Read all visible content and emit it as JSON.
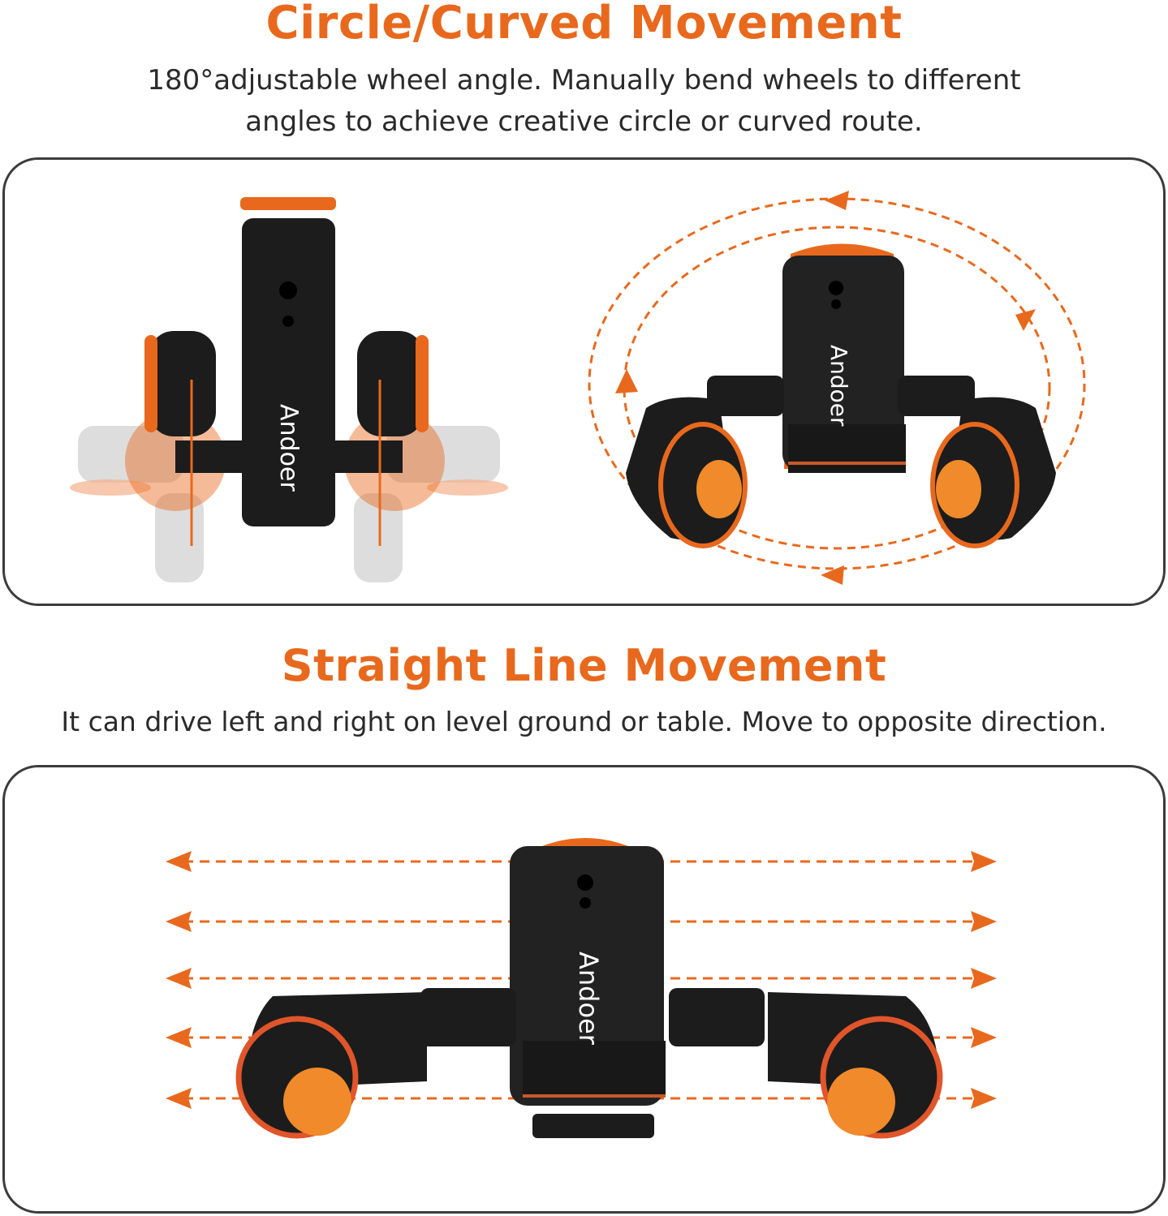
{
  "section_circle": {
    "title": "Circle/Curved Movement",
    "description_line1": "180°adjustable wheel angle.  Manually bend wheels to different",
    "description_line2": "angles to achieve creative circle or curved route."
  },
  "section_straight": {
    "title": "Straight Line Movement",
    "description": "It can drive left and right on level ground or table. Move to opposite direction."
  },
  "brand_logo": "Andoer",
  "colors": {
    "accent": "#e8691d",
    "text": "#2a2a2a",
    "border": "#3c3c3c",
    "body": "#1c1c1c",
    "wheel_knob": "#f08a2a"
  }
}
